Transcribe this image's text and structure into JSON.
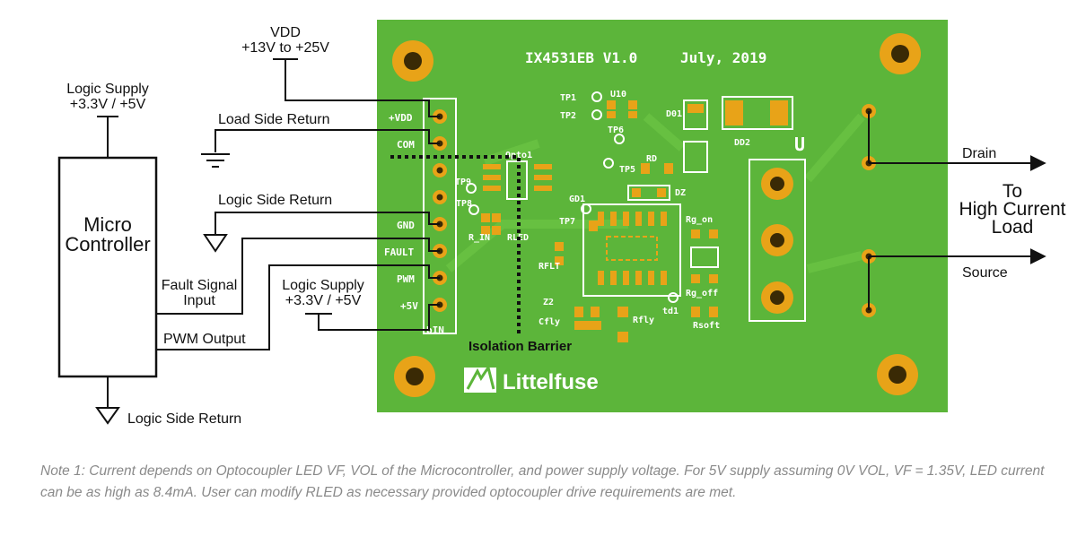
{
  "board": {
    "title": "IX4531EB V1.0",
    "date": "July, 2019",
    "brand": "Littelfuse",
    "connector_pins": [
      "+VDD",
      "COM",
      "GND",
      "FAULT",
      "PWM",
      "+5V"
    ],
    "connector_label": "bIN",
    "silk_labels": {
      "tp1": "TP1",
      "tp2": "TP2",
      "u10": "U10",
      "tp6": "TP6",
      "d01": "D01",
      "dd2": "DD2",
      "u": "U",
      "opto": "Opto1",
      "tp9": "TP9",
      "tp8": "TP8",
      "rin": "R_IN",
      "rled": "RLED",
      "gd1": "GD1",
      "tp7": "TP7",
      "tp5": "TP5",
      "rd": "RD",
      "dz": "DZ",
      "rg_on": "Rg_on",
      "rflt": "RFLT",
      "rg_off": "Rg_off",
      "z2": "Z2",
      "cfly": "Cfly",
      "rfly": "Rfly",
      "td1": "td1",
      "rsoft": "Rsoft"
    }
  },
  "labels": {
    "vdd": "VDD",
    "vdd_range": "+13V to +25V",
    "logic_supply_1": "Logic Supply",
    "logic_supply_1_v": "+3.3V / +5V",
    "load_side_return": "Load Side Return",
    "logic_side_return_1": "Logic Side Return",
    "micro_1": "Micro",
    "micro_2": "Controller",
    "fault_signal_1": "Fault Signal",
    "fault_signal_2": "Input",
    "logic_supply_2": "Logic Supply",
    "logic_supply_2_v": "+3.3V / +5V",
    "pwm_output": "PWM Output",
    "logic_side_return_2": "Logic Side Return",
    "isolation_barrier": "Isolation Barrier",
    "drain": "Drain",
    "source": "Source",
    "to": "To",
    "high_current": "High Current",
    "load": "Load"
  },
  "note": "Note 1: Current depends on Optocoupler LED VF, VOL of the Microcontroller, and power supply voltage. For 5V supply assuming 0V VOL, VF = 1.35V, LED current can be as high as 8.4mA. User can modify RLED as necessary provided optocoupler drive requirements are met.",
  "colors": {
    "pcb_green": "#5cb53a",
    "pad_gold": "#e8a318",
    "wire": "#111111",
    "note_gray": "#8a8a8a"
  }
}
